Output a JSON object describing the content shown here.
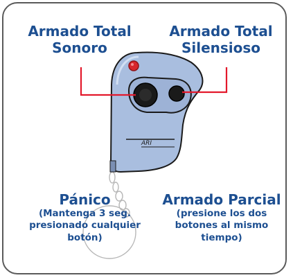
{
  "labels": {
    "armado_total_sonoro": "Armado Total\nSonoro",
    "armado_total_silensioso": "Armado Total\nSilensioso",
    "panico_title": "Pánico",
    "panico_desc": "(Mantenga 3 seg.\npresionado cualquier\nbotón)",
    "armado_parcial_title": "Armado Parcial",
    "armado_parcial_desc": "(presione los dos\nbotones al mismo\ntiempo)"
  },
  "remote": {
    "brand": "ARI"
  },
  "colors": {
    "label_text": "#1d4f91",
    "pointer_line": "#e3182b",
    "remote_body": "#a9bedf",
    "remote_outline": "#1a1a1a",
    "led": "#d7262d",
    "card_border": "#5a5a5a"
  }
}
